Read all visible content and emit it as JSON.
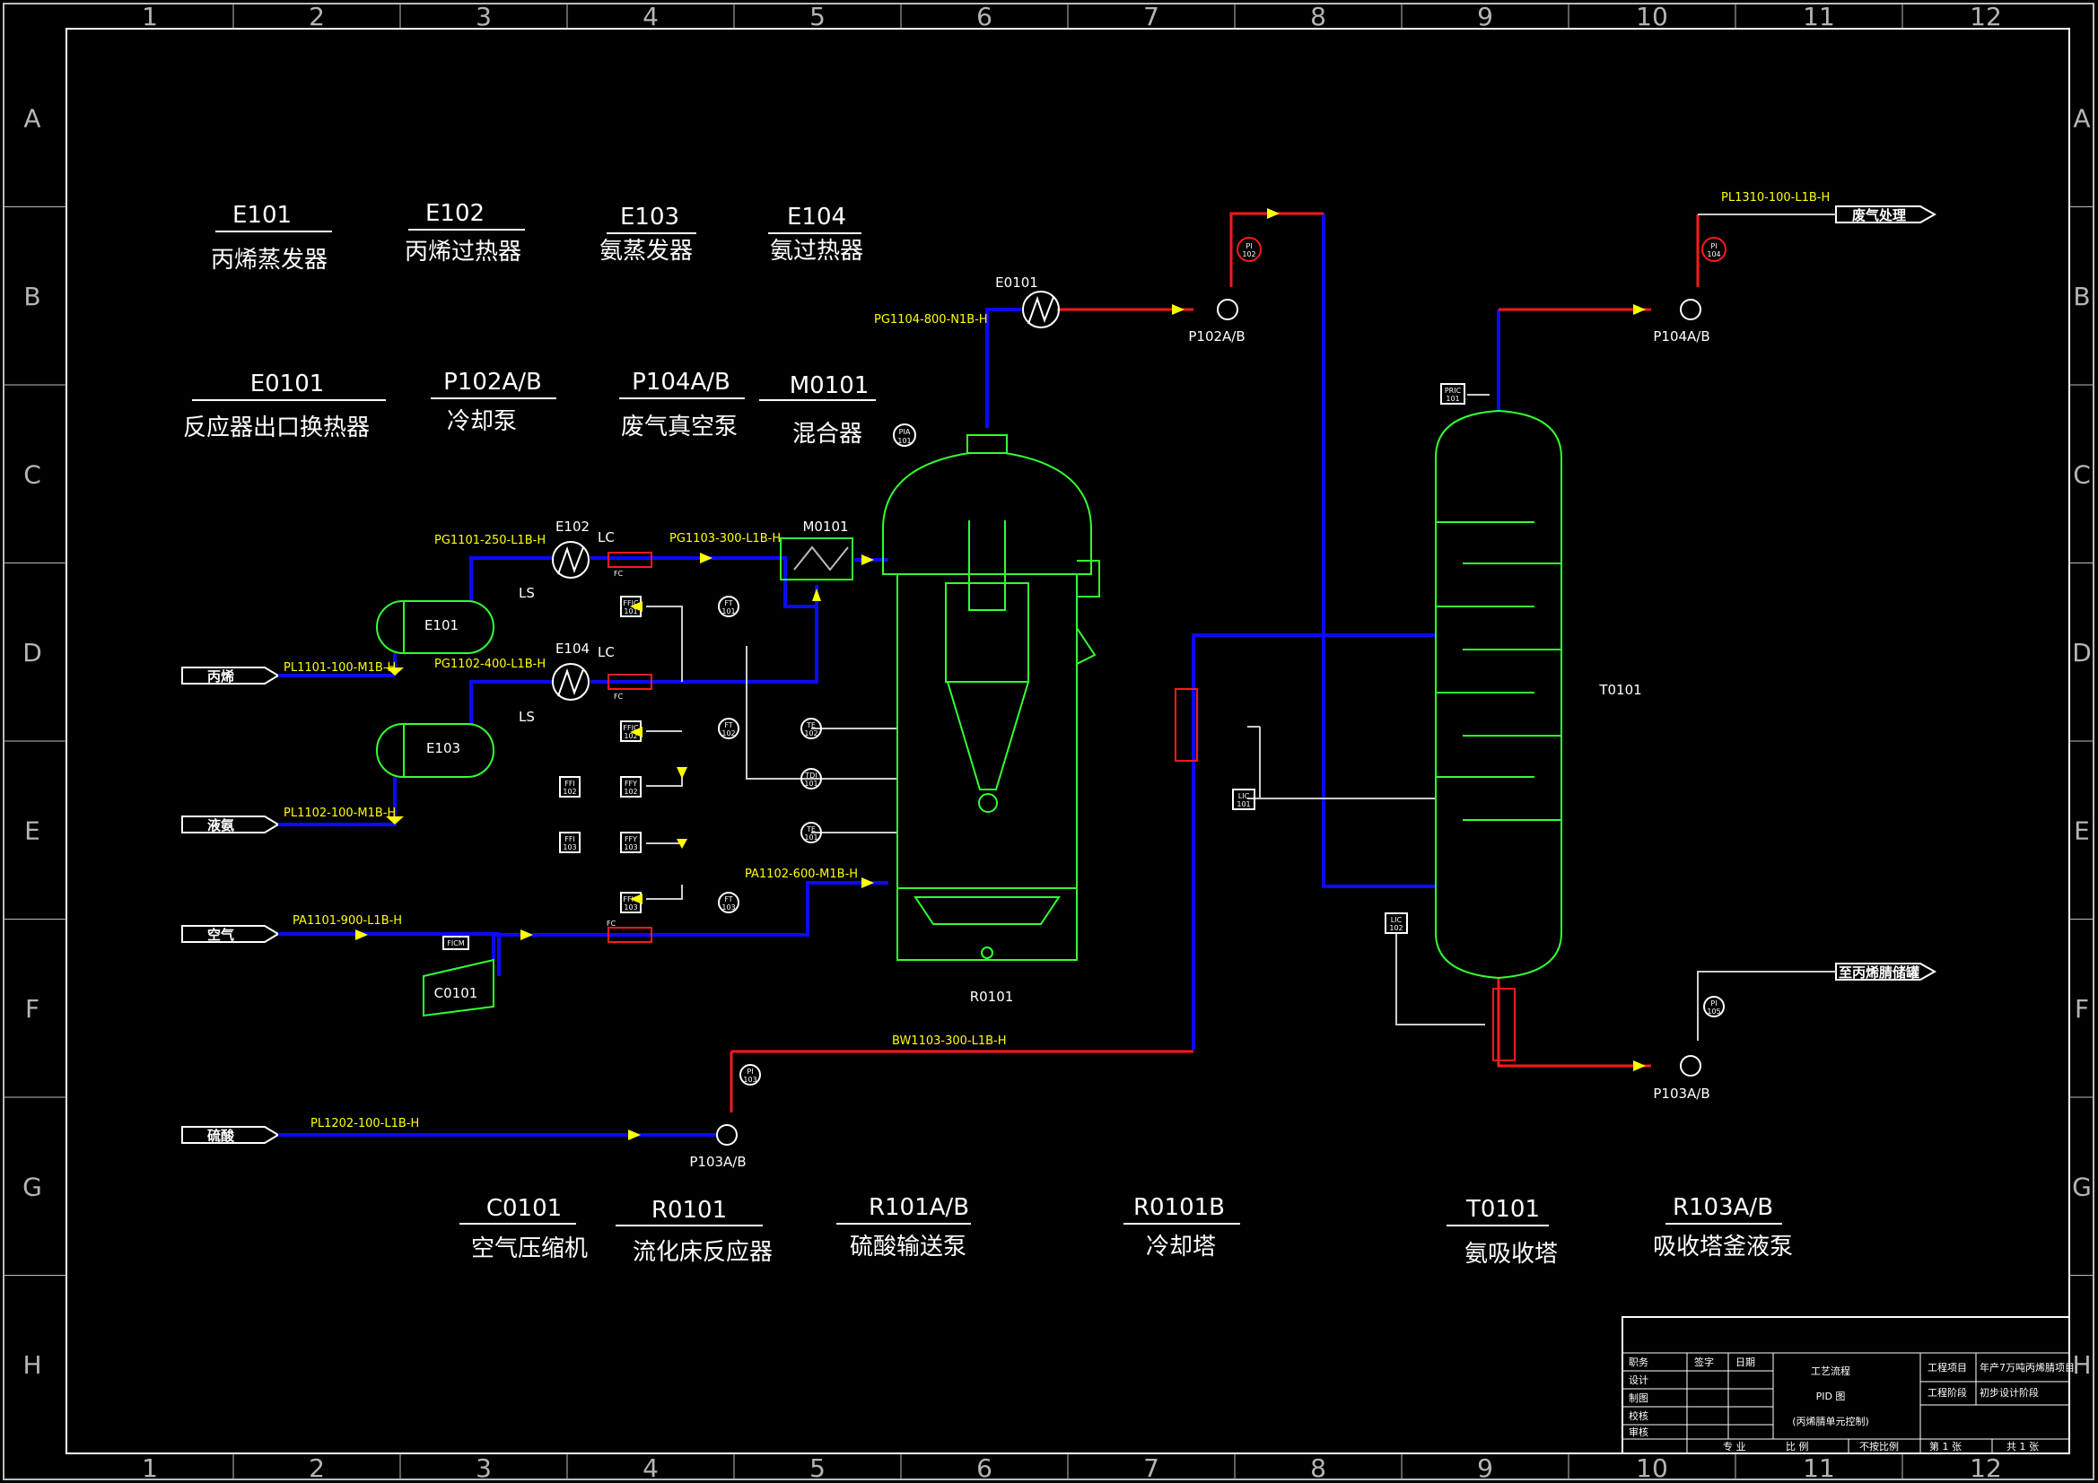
{
  "grid": {
    "columns": [
      "1",
      "2",
      "3",
      "4",
      "5",
      "6",
      "7",
      "8",
      "9",
      "10",
      "11",
      "12"
    ],
    "rows": [
      "A",
      "B",
      "C",
      "D",
      "E",
      "F",
      "G",
      "H"
    ]
  },
  "legend_top": [
    {
      "code": "E101",
      "name": "丙烯蒸发器"
    },
    {
      "code": "E102",
      "name": "丙烯过热器"
    },
    {
      "code": "E103",
      "name": "氨蒸发器"
    },
    {
      "code": "E104",
      "name": "氨过热器"
    },
    {
      "code": "E0101",
      "name": "反应器出口换热器"
    },
    {
      "code": "P102A/B",
      "name": "冷却泵"
    },
    {
      "code": "P104A/B",
      "name": "废气真空泵"
    },
    {
      "code": "M0101",
      "name": "混合器"
    }
  ],
  "legend_bottom": [
    {
      "code": "C0101",
      "name": "空气压缩机"
    },
    {
      "code": "R0101",
      "name": "流化床反应器"
    },
    {
      "code": "R101A/B",
      "name": "硫酸输送泵"
    },
    {
      "code": "R0101B",
      "name": "冷却塔"
    },
    {
      "code": "T0101",
      "name": "氨吸收塔"
    },
    {
      "code": "R103A/B",
      "name": "吸收塔釜液泵"
    }
  ],
  "equipment": {
    "E101": "E101",
    "E103": "E103",
    "E102": "E102",
    "E104": "E104",
    "M0101": "M0101",
    "C0101": "C0101",
    "R0101": "R0101",
    "T0101": "T0101",
    "E0101": "E0101",
    "P102": "P102A/B",
    "P104": "P104A/B",
    "P103_left": "P103A/B",
    "P103_right": "P103A/B"
  },
  "feeds": {
    "propylene": "丙烯",
    "ammonia": "液氨",
    "air": "空气",
    "acid": "硫酸",
    "offgas_out": "废气处理",
    "bottoms_out": "至丙烯腈储罐"
  },
  "lines": {
    "PL1101": "PL1101-100-M1B-H",
    "PL1102": "PL1102-100-M1B-H",
    "PG1101": "PG1101-250-L1B-H",
    "PG1102": "PG1102-400-L1B-H",
    "PG1103": "PG1103-300-L1B-H",
    "PA1101": "PA1101-900-L1B-H",
    "PA1102": "PA1102-600-M1B-H",
    "PG1104": "PG1104-800-N1B-H",
    "PL1310": "PL1310-100-L1B-H",
    "BW1103": "BW1103-300-L1B-H",
    "PL1202": "PL1202-100-L1B-H"
  },
  "control_labels": {
    "lc": "LC",
    "ls": "LS",
    "fc": "FC"
  },
  "instruments": {
    "pia101": [
      "PIA",
      "101"
    ],
    "ft101": [
      "FT",
      "101"
    ],
    "ft102": [
      "FT",
      "102"
    ],
    "ft103": [
      "FT",
      "103"
    ],
    "te102": [
      "TE",
      "102"
    ],
    "tdi101": [
      "TDI",
      "101"
    ],
    "te101": [
      "TE",
      "101"
    ],
    "ffic101": [
      "FFIC",
      "101"
    ],
    "ffic102": [
      "FFIC",
      "102"
    ],
    "ffic103": [
      "FFIC",
      "103"
    ],
    "ffy102": [
      "FFY",
      "102"
    ],
    "ffy103": [
      "FFY",
      "103"
    ],
    "ffi102": [
      "FFI",
      "102"
    ],
    "ffi103": [
      "FFI",
      "103"
    ],
    "pi102": [
      "PI",
      "102"
    ],
    "pi104": [
      "PI",
      "104"
    ],
    "pi103": [
      "PI",
      "103"
    ],
    "pi105": [
      "PI",
      "105"
    ],
    "lic101": [
      "LIC",
      "101"
    ],
    "lic102": [
      "LIC",
      "102"
    ],
    "pric101": [
      "PRIC",
      "101"
    ],
    "ficm": "FICM"
  },
  "title_block": {
    "left_rows": [
      "职务",
      "设计",
      "制图",
      "校核",
      "审核"
    ],
    "header_sign": "签字",
    "header_date": "日期",
    "title1": "工艺流程",
    "title2": "PID 图",
    "title3": "(丙烯腈单元控制)",
    "right_r1a": "工程项目",
    "right_r1b": "年产7万吨丙烯腈项目",
    "right_r2a": "工程阶段",
    "right_r2b": "初步设计阶段",
    "bottom_scale": "比 例",
    "bottom_sheet": "第 1 张",
    "bottom_total": "共 1 张",
    "bottom_mass": "不按比例",
    "bottom_dept": "专 业"
  }
}
